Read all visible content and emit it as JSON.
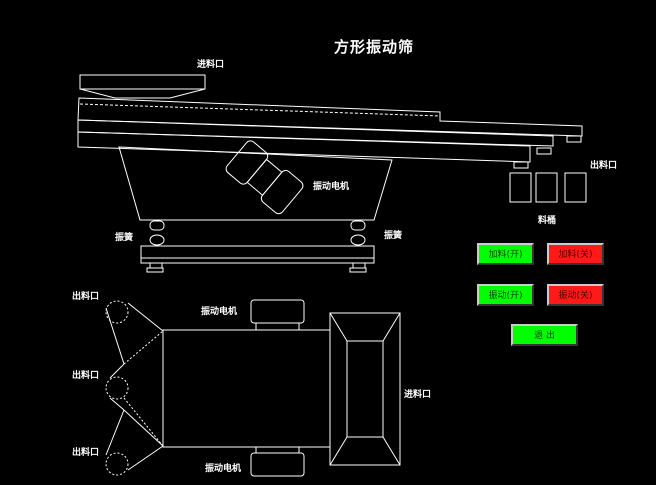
{
  "title": "方形振动筛",
  "labels": {
    "feed_inlet_top": "进料口",
    "discharge_right": "出料口",
    "motor_side": "振动电机",
    "bins": "料桶",
    "spring_left": "振簧",
    "spring_right": "振簧",
    "discharge_top_left": "出料口",
    "discharge_mid_left": "出料口",
    "discharge_bottom_left": "出料口",
    "motor_top_plan": "振动电机",
    "motor_bottom_plan": "振动电机",
    "feed_inlet_plan": "进料口"
  },
  "buttons": {
    "feed_on": "加料(开)",
    "feed_off": "加料(关)",
    "vib_on": "振动(开)",
    "vib_off": "振动(关)",
    "exit": "退 出"
  },
  "colors": {
    "on": "#00ff00",
    "off": "#ff1a1a",
    "line": "#ffffff",
    "background": "#000000"
  }
}
